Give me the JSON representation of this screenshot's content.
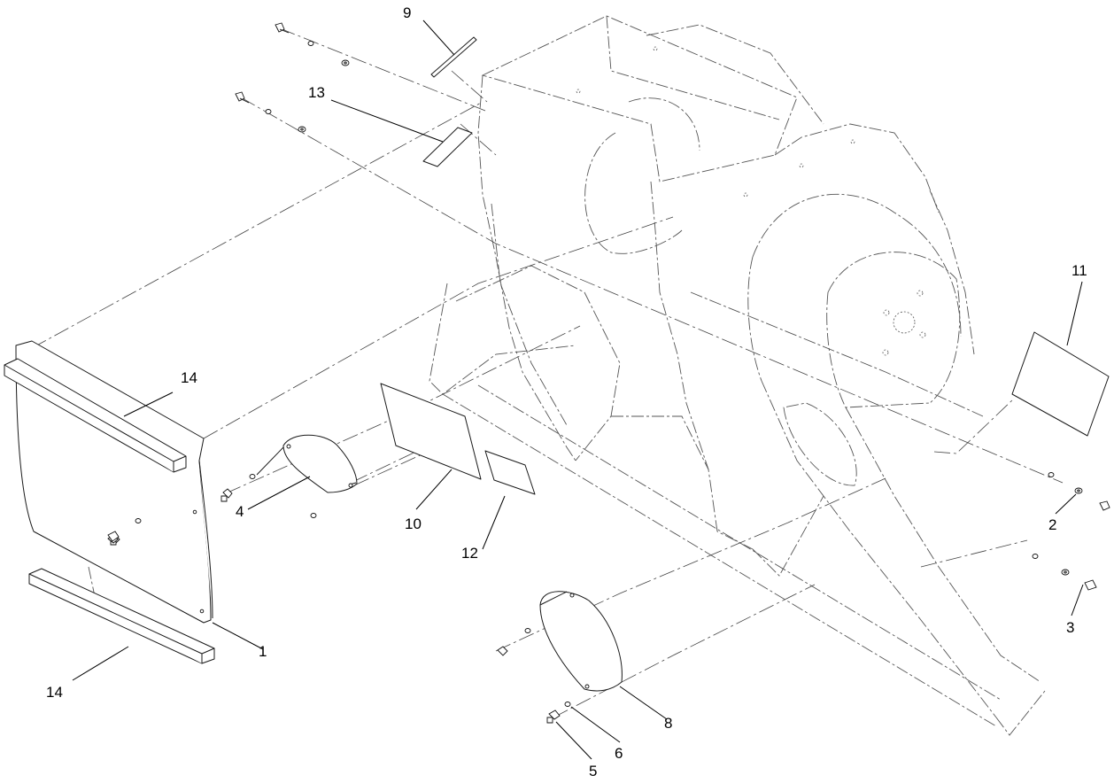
{
  "diagram": {
    "callouts": [
      "1",
      "2",
      "3",
      "4",
      "5",
      "6",
      "8",
      "9",
      "10",
      "11",
      "12",
      "13",
      "14",
      "14"
    ]
  }
}
